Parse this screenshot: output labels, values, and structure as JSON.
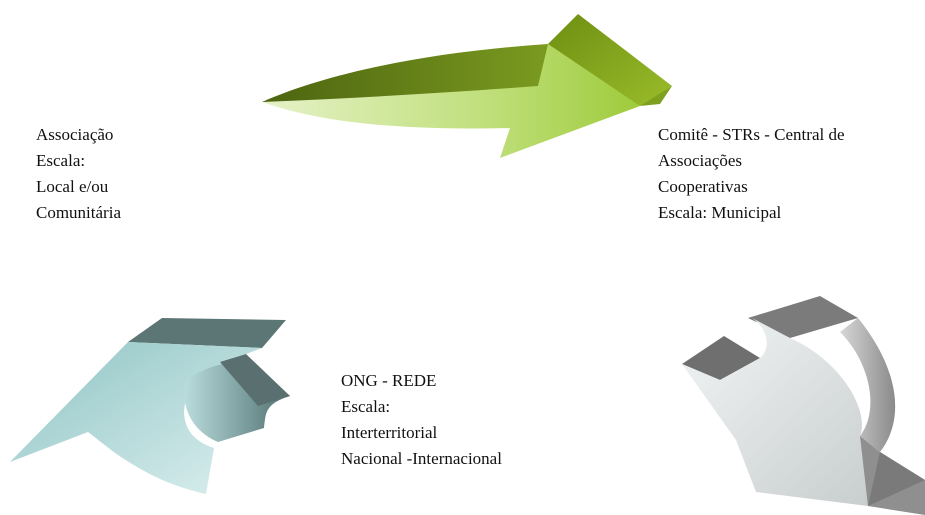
{
  "diagram": {
    "nodes": [
      {
        "id": "associacao",
        "lines": [
          "Associação",
          "Escala:",
          "Local e/ou",
          "Comunitária"
        ]
      },
      {
        "id": "comite",
        "lines": [
          "Comitê  - STRs - Central de",
          "Associações",
          "Cooperativas",
          "Escala: Municipal"
        ]
      },
      {
        "id": "ong",
        "lines": [
          "ONG -  REDE",
          "Escala:",
          "Interterritorial",
          "Nacional -Internacional"
        ]
      }
    ],
    "arrows": [
      {
        "from": "associacao",
        "to": "comite",
        "color": "#8fb52e",
        "icon": "curved-arrow-right-icon"
      },
      {
        "from": "comite",
        "to": "ong",
        "color": "#a9a9a9",
        "icon": "curved-arrow-down-icon"
      },
      {
        "from": "ong",
        "to": "associacao",
        "color": "#9fcfcf",
        "icon": "curved-arrow-up-icon"
      }
    ]
  }
}
